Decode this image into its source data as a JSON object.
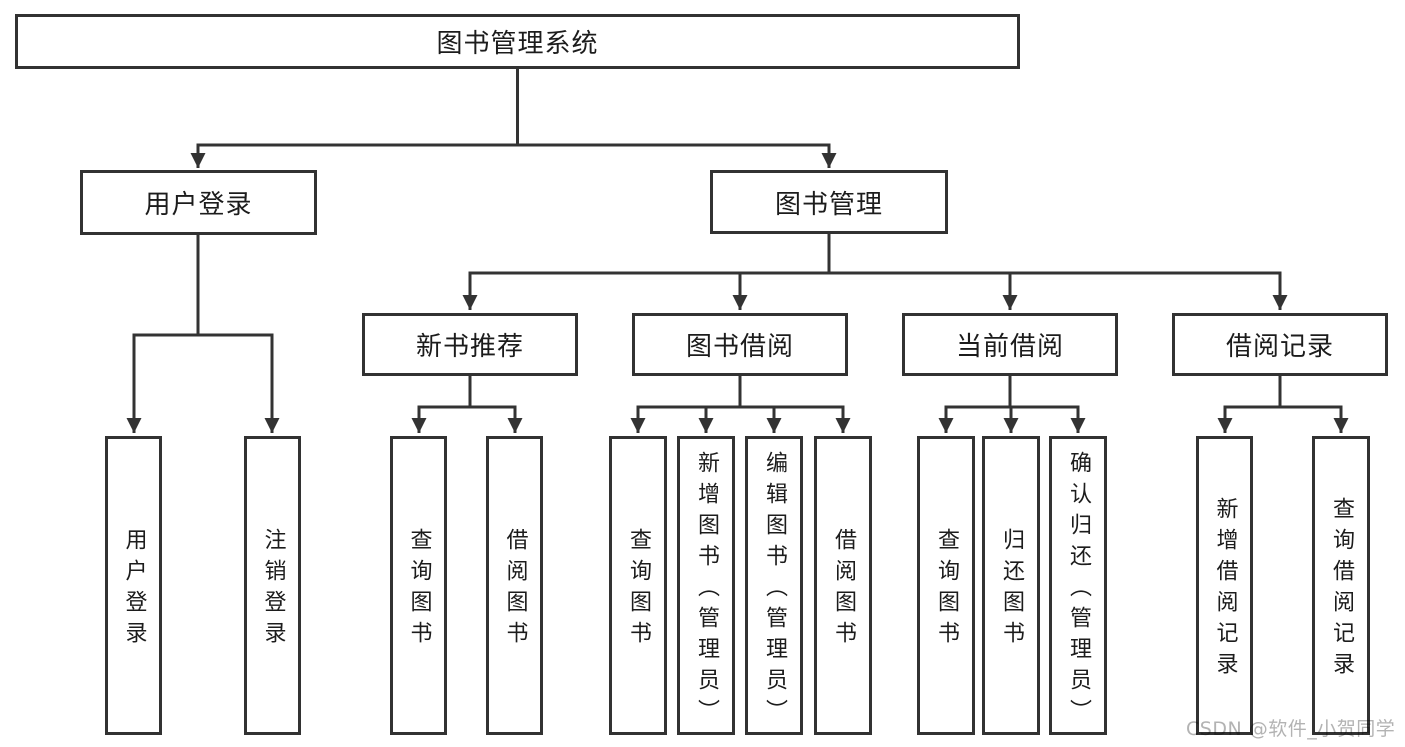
{
  "colors": {
    "line": "#333333",
    "box_border": "#323232",
    "text": "#1c1c1c",
    "background": "#ffffff",
    "watermark": "#b3b3b3"
  },
  "tree": {
    "root": {
      "label": "图书管理系统"
    },
    "branches": [
      {
        "label": "用户登录",
        "children": [
          {
            "label": "用户登录"
          },
          {
            "label": "注销登录"
          }
        ]
      },
      {
        "label": "图书管理",
        "sections": [
          {
            "label": "新书推荐",
            "children": [
              {
                "label": "查询图书"
              },
              {
                "label": "借阅图书"
              }
            ]
          },
          {
            "label": "图书借阅",
            "children": [
              {
                "label": "查询图书"
              },
              {
                "label": "新增图书（管理员）"
              },
              {
                "label": "编辑图书（管理员）"
              },
              {
                "label": "借阅图书"
              }
            ]
          },
          {
            "label": "当前借阅",
            "children": [
              {
                "label": "查询图书"
              },
              {
                "label": "归还图书"
              },
              {
                "label": "确认归还（管理员）"
              }
            ]
          },
          {
            "label": "借阅记录",
            "children": [
              {
                "label": "新增借阅记录"
              },
              {
                "label": "查询借阅记录"
              }
            ]
          }
        ]
      }
    ]
  },
  "watermark": "CSDN @软件_小贺同学"
}
